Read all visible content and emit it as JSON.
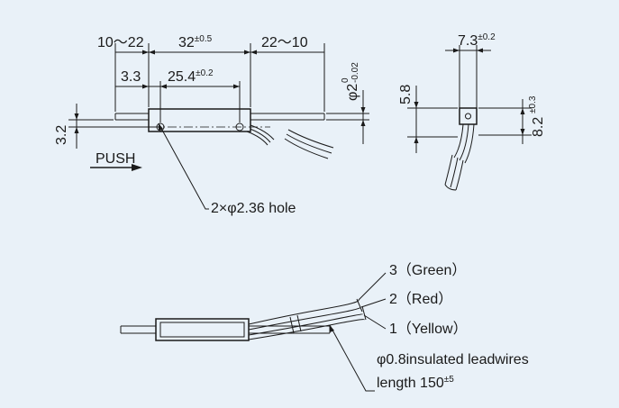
{
  "dimensions": {
    "lead_left": "10～22",
    "body_len": "32",
    "body_len_tol": "±0.5",
    "lead_right": "22～10",
    "offset": "3.3",
    "hole_pitch": "25.4",
    "hole_pitch_tol": "±0.2",
    "dia_symbol": "φ",
    "rod_dia": "2",
    "rod_dia_tol_upper": "0",
    "rod_dia_tol_lower": "-0.02",
    "height": "3.2",
    "width": "7.3",
    "width_tol": "±0.2",
    "depth": "5.8",
    "depth_total": "8.2",
    "depth_total_tol": "±0.3"
  },
  "labels": {
    "push": "PUSH",
    "holes": "2×φ2.36 hole",
    "wire3": "3（Green）",
    "wire2": "2（Red）",
    "wire1": "1（Yellow）",
    "leadwires": "φ0.8insulated leadwires",
    "length_text": "length 150",
    "length_tol": "±5"
  }
}
